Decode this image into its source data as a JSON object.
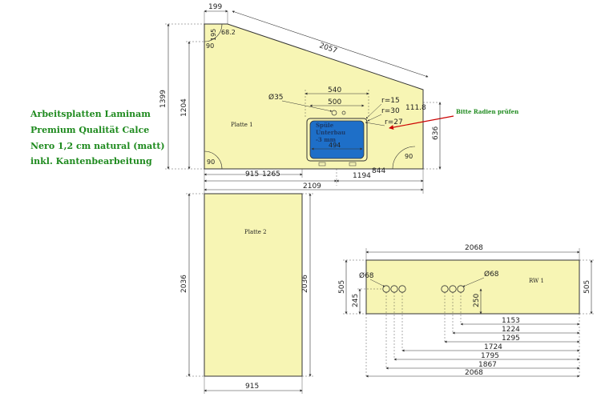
{
  "title_lines": [
    "Arbeitsplatten Laminam",
    "Premium Qualität Calce",
    "Nero 1,2 cm natural (matt)",
    "inkl. Kantenbearbeitung"
  ],
  "labels": {
    "platte1": "Platte 1",
    "platte2": "Platte 2",
    "rw1": "RW 1",
    "sink_line1": "Spüle",
    "sink_line2": "Unterbau",
    "sink_line3": "-3 mm",
    "note": "Bitte Radien prüfen"
  },
  "dims": {
    "d199": "199",
    "d195": "195",
    "d68_2": "68.2",
    "d90_tl": "90",
    "d2057": "2057",
    "d1399": "1399",
    "d1204": "1204",
    "d540": "540",
    "d500": "500",
    "d35": "Ø35",
    "r15": "r=15",
    "r30": "r=30",
    "r27": "r=27",
    "d111_8": "111.8",
    "d636": "636",
    "d494": "494",
    "d90_bl": "90",
    "d90_br": "90",
    "d915_top": "915",
    "d1265": "1265",
    "d1194": "1194",
    "d844": "844",
    "d2109": "2109",
    "d2036_l": "2036",
    "d2036_r": "2036",
    "d915_bot": "915",
    "d2068_top": "2068",
    "d505_l": "505",
    "d245": "245",
    "d68_l": "Ø68",
    "d68_r": "Ø68",
    "d250": "250",
    "d505_r": "505",
    "d1153": "1153",
    "d1224": "1224",
    "d1295": "1295",
    "d1724": "1724",
    "d1795": "1795",
    "d1867": "1867",
    "d2068_bot": "2068"
  },
  "colors": {
    "slab_fill": "#f7f5b4",
    "line": "#333333",
    "title": "#1e8a1e",
    "arrow": "#cc0000",
    "sink_fill": "#1e6fc8",
    "sink_border": "#333333"
  }
}
